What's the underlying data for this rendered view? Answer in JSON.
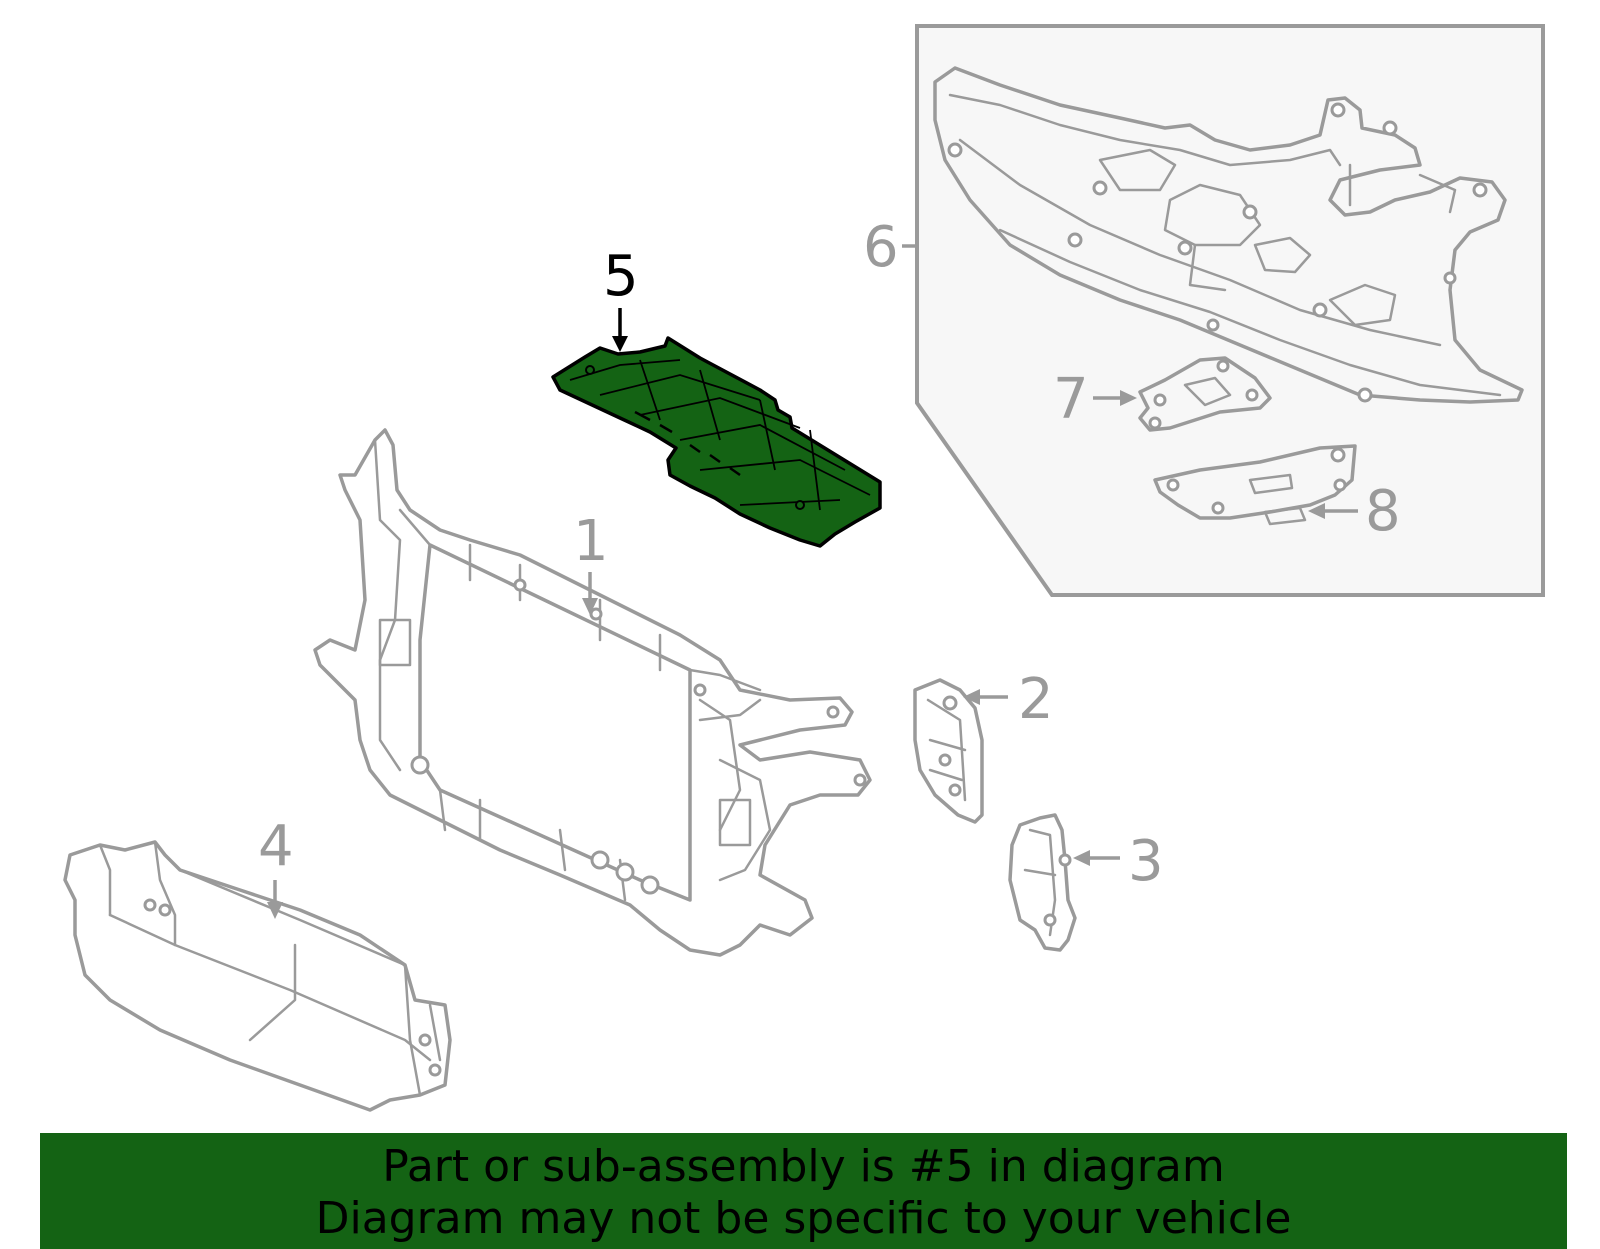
{
  "callouts": [
    {
      "id": "1",
      "label": "1"
    },
    {
      "id": "2",
      "label": "2"
    },
    {
      "id": "3",
      "label": "3"
    },
    {
      "id": "4",
      "label": "4"
    },
    {
      "id": "5",
      "label": "5"
    },
    {
      "id": "6",
      "label": "6"
    },
    {
      "id": "7",
      "label": "7"
    },
    {
      "id": "8",
      "label": "8"
    }
  ],
  "highlighted_part": "5",
  "colors": {
    "highlight_fill": "#146314",
    "line_gray": "#9a9a9a",
    "inset_bg": "#f7f7f7",
    "banner_bg": "#146314"
  },
  "banner": {
    "line1": "Part or sub-assembly is #5 in diagram",
    "line2": "Diagram may not be specific to your vehicle"
  }
}
